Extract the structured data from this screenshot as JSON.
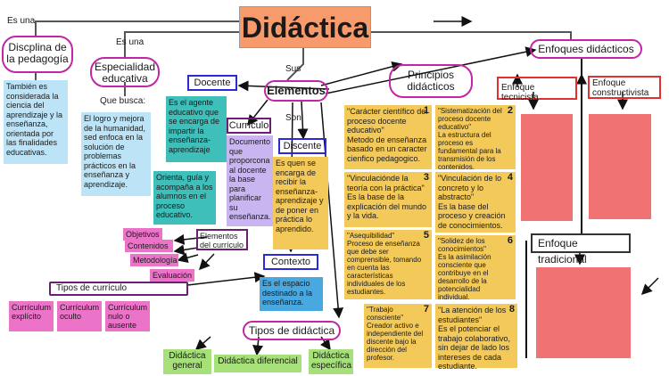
{
  "title": "Didáctica",
  "labels": {
    "es_una_1": "Es una",
    "es_una_2": "Es una",
    "que_busca": "Que busca:",
    "sus": "Sus",
    "son": "Son:"
  },
  "disciplina": "Discplina de la pedagogía",
  "disciplina_desc": "También es considerada la ciencia del aprendizaje y la enseñanza, orientada por las finalidades educativas.",
  "especialidad": "Especialidad educativa",
  "especialidad_desc": "El logro y mejora de la humanidad, sed enfoca en la solución de problemas prácticos en la enseñanza y aprendizaje.",
  "elementos": "Elementos",
  "docente": "Docente",
  "docente_desc1": "Es el agente educativo que se encarga de impartir la enseñanza-aprendizaje",
  "docente_desc2": "Orienta, guía y acompaña a los alumnos en el proceso educativo.",
  "curriculo": "Currículo",
  "curriculo_desc": "Documento que proporcona al docente la base para planificar su enseñanza.",
  "discente": "Discente",
  "discente_desc": "Es quen se encarga de recibir la enseñanza-aprendizaje y de poner en práctica lo aprendido.",
  "contexto": "Contexto",
  "contexto_desc": "Es el espacio destinado a la enseñanza.",
  "elementos_curriculo": "Elementos del currículo",
  "curriculo_items": [
    "Objetivos",
    "Contenidos",
    "Metodología",
    "Evaluación"
  ],
  "tipos_curriculo": "Tipos de currículo",
  "tipos_curriculo_items": [
    "Currículum explícito",
    "Currículum oculto",
    "Currículum nulo o ausente"
  ],
  "tipos_didactica": "Tipos de didáctica",
  "tipos_didactica_items": [
    "Didáctica general",
    "Didáctica diferencial",
    "Didáctica específica"
  ],
  "principios": "Principios didácticos",
  "principios_items": [
    {
      "n": "1",
      "title": "\"Carácter científico del proceso docente educativo\"",
      "desc": "Metodo de enseñanza basado en un caracter cienfico pedagogico."
    },
    {
      "n": "2",
      "title": "\"Sistematización del proceso docente educativo\"",
      "desc": "La estructura del proceso es fundamental para la transmisión de los contenidos."
    },
    {
      "n": "3",
      "title": "\"Vinculaciónde la teoría con la práctica\"",
      "desc": "Es la base de la explicación del mundo y la vida."
    },
    {
      "n": "4",
      "title": "\"Vinculación de lo concreto y lo abstracto\"",
      "desc": "Es la base del proceso y creación de conocimientos."
    },
    {
      "n": "5",
      "title": "\"Asequibilidad\"",
      "desc": "Proceso de enseñanza que debe ser comprensible, tomando en cuenta las características individuales de los estudiantes."
    },
    {
      "n": "6",
      "title": "\"Solidez de los conocimientos\"",
      "desc": "Es la asimilación consciente que contribuye en el desarrollo de la potencialidad individual."
    },
    {
      "n": "7",
      "title": "\"Trabajo consciente\"",
      "desc": "Creador activo e independiente del discente bajo la dirección del profesor."
    },
    {
      "n": "8",
      "title": "\"La atención de los estudiantes\"",
      "desc": "Es el potenciar el trabajo colaborativo, sin dejar de lado los intereses de cada estudiante."
    }
  ],
  "enfoques": "Enfoques didácticos",
  "enfoque_tecnicista": "Enfoque tecnicista",
  "enfoque_constructivista": "Enfoque constructivista",
  "enfoque_tradicional": "Enfoque tradicional",
  "colors": {
    "title_bg": "#f89b6c",
    "pink_border": "#c026a6",
    "blue_border": "#2a2ad6",
    "red_border": "#e03030",
    "yellow": "#f3c95a",
    "salmon": "#f07272"
  }
}
